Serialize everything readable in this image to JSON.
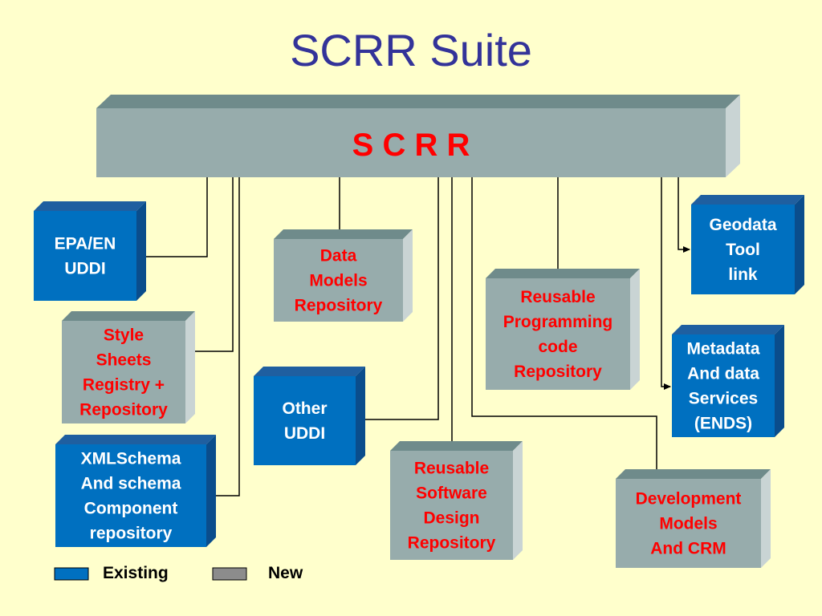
{
  "title": "SCRR Suite",
  "bar_label": "S C R R",
  "colors": {
    "background": "#ffffcc",
    "title": "#333399",
    "existing_front": "#0070c0",
    "existing_top": "#1f5fa0",
    "existing_side": "#0a4d8c",
    "new_front": "#97acac",
    "new_top": "#6f8b8b",
    "new_side": "#c9d4d4",
    "new_text": "#ff0000",
    "existing_text": "#ffffff"
  },
  "boxes": {
    "epa_en_uddi": {
      "kind": "existing",
      "lines": [
        "EPA/EN",
        "UDDI"
      ]
    },
    "style_sheets": {
      "kind": "new",
      "lines": [
        "Style",
        "Sheets",
        "Registry +",
        "Repository"
      ]
    },
    "xml_schema": {
      "kind": "existing",
      "lines": [
        "XMLSchema",
        "And schema",
        "Component",
        "repository"
      ]
    },
    "data_models": {
      "kind": "new",
      "lines": [
        "Data",
        "Models",
        "Repository"
      ]
    },
    "other_uddi": {
      "kind": "existing",
      "lines": [
        "Other",
        "UDDI"
      ]
    },
    "software_design": {
      "kind": "new",
      "lines": [
        "Reusable",
        "Software",
        "Design",
        "Repository"
      ]
    },
    "programming_code": {
      "kind": "new",
      "lines": [
        "Reusable",
        "Programming",
        "code",
        "Repository"
      ]
    },
    "development_models": {
      "kind": "new",
      "lines": [
        "Development",
        "Models",
        "And CRM"
      ]
    },
    "geodata_tool": {
      "kind": "existing",
      "lines": [
        "Geodata",
        "Tool",
        "link"
      ]
    },
    "metadata_services": {
      "kind": "existing",
      "lines": [
        "Metadata",
        "And data",
        "Services",
        "(ENDS)"
      ]
    }
  },
  "legend": {
    "existing_label": "Existing",
    "new_label": "New"
  }
}
